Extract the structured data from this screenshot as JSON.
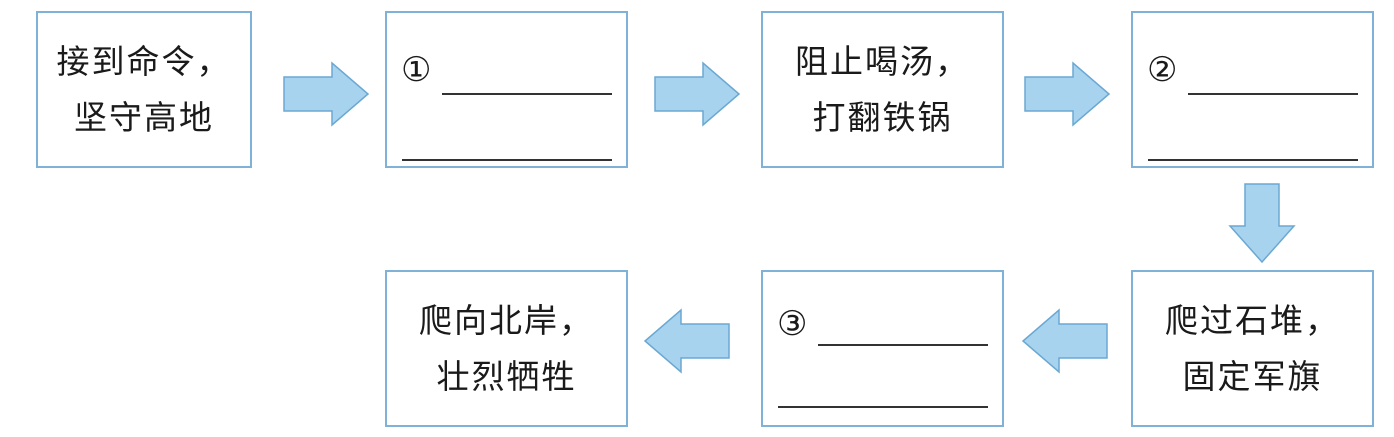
{
  "colors": {
    "border": "#7fb2d6",
    "arrow_fill": "#a8d3ee",
    "arrow_stroke": "#6aa8d3",
    "text": "#1a1a1a"
  },
  "boxes": {
    "b1": {
      "line1": "接到命令，",
      "line2": "坚守高地"
    },
    "b2": {
      "number": "①"
    },
    "b3": {
      "line1": "阻止喝汤，",
      "line2": "打翻铁锅"
    },
    "b4": {
      "number": "②"
    },
    "b5": {
      "line1": "爬过石堆，",
      "line2": "固定军旗"
    },
    "b6": {
      "number": "③"
    },
    "b7": {
      "line1": "爬向北岸，",
      "line2": "壮烈牺牲"
    }
  }
}
